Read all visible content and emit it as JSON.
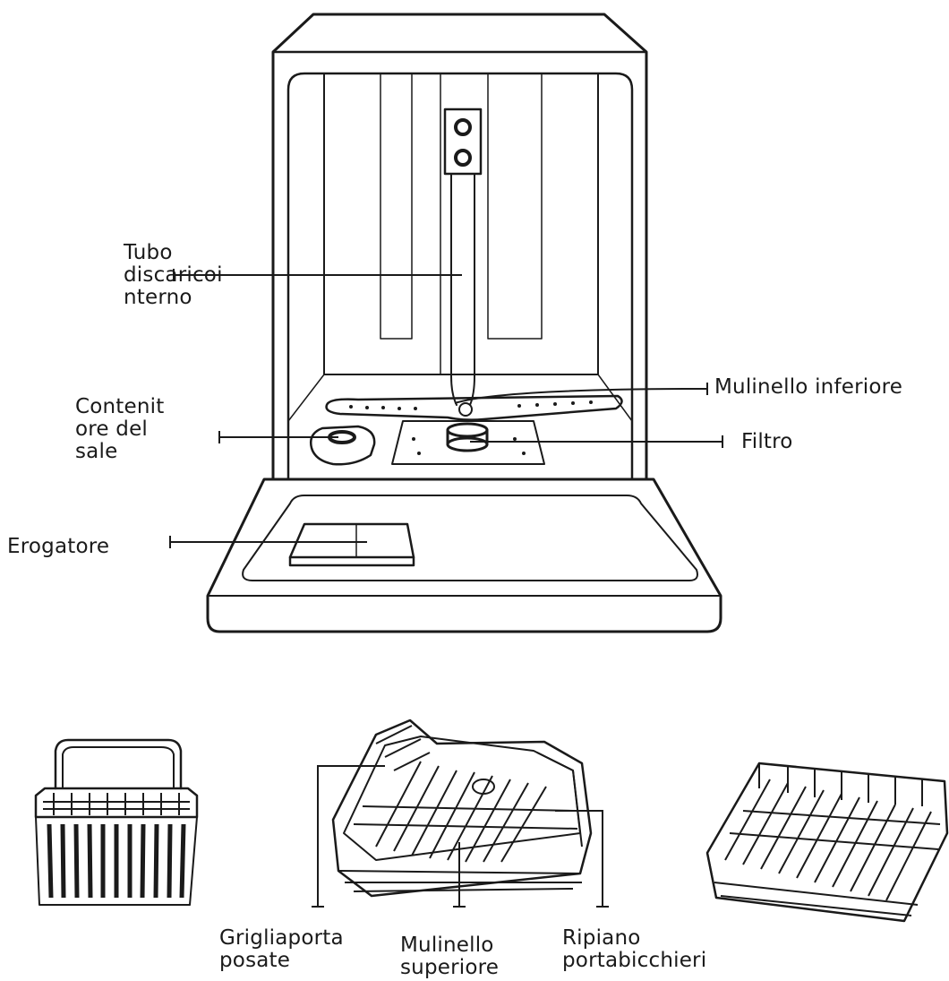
{
  "labels": {
    "tubo": "Tubo\ndiscaricoi\nnterno",
    "contenitore": "Contenit\nore del\nsale",
    "erogatore": "Erogatore",
    "mulinello_inferiore": "Mulinello inferiore",
    "filtro": "Filtro",
    "griglia": "Grigliaporta\nposate",
    "mulinello_superiore": "Mulinello\nsuperiore",
    "ripiano": "Ripiano\nportabicchieri"
  },
  "colors": {
    "line": "#1a1a1a",
    "background": "#ffffff"
  }
}
